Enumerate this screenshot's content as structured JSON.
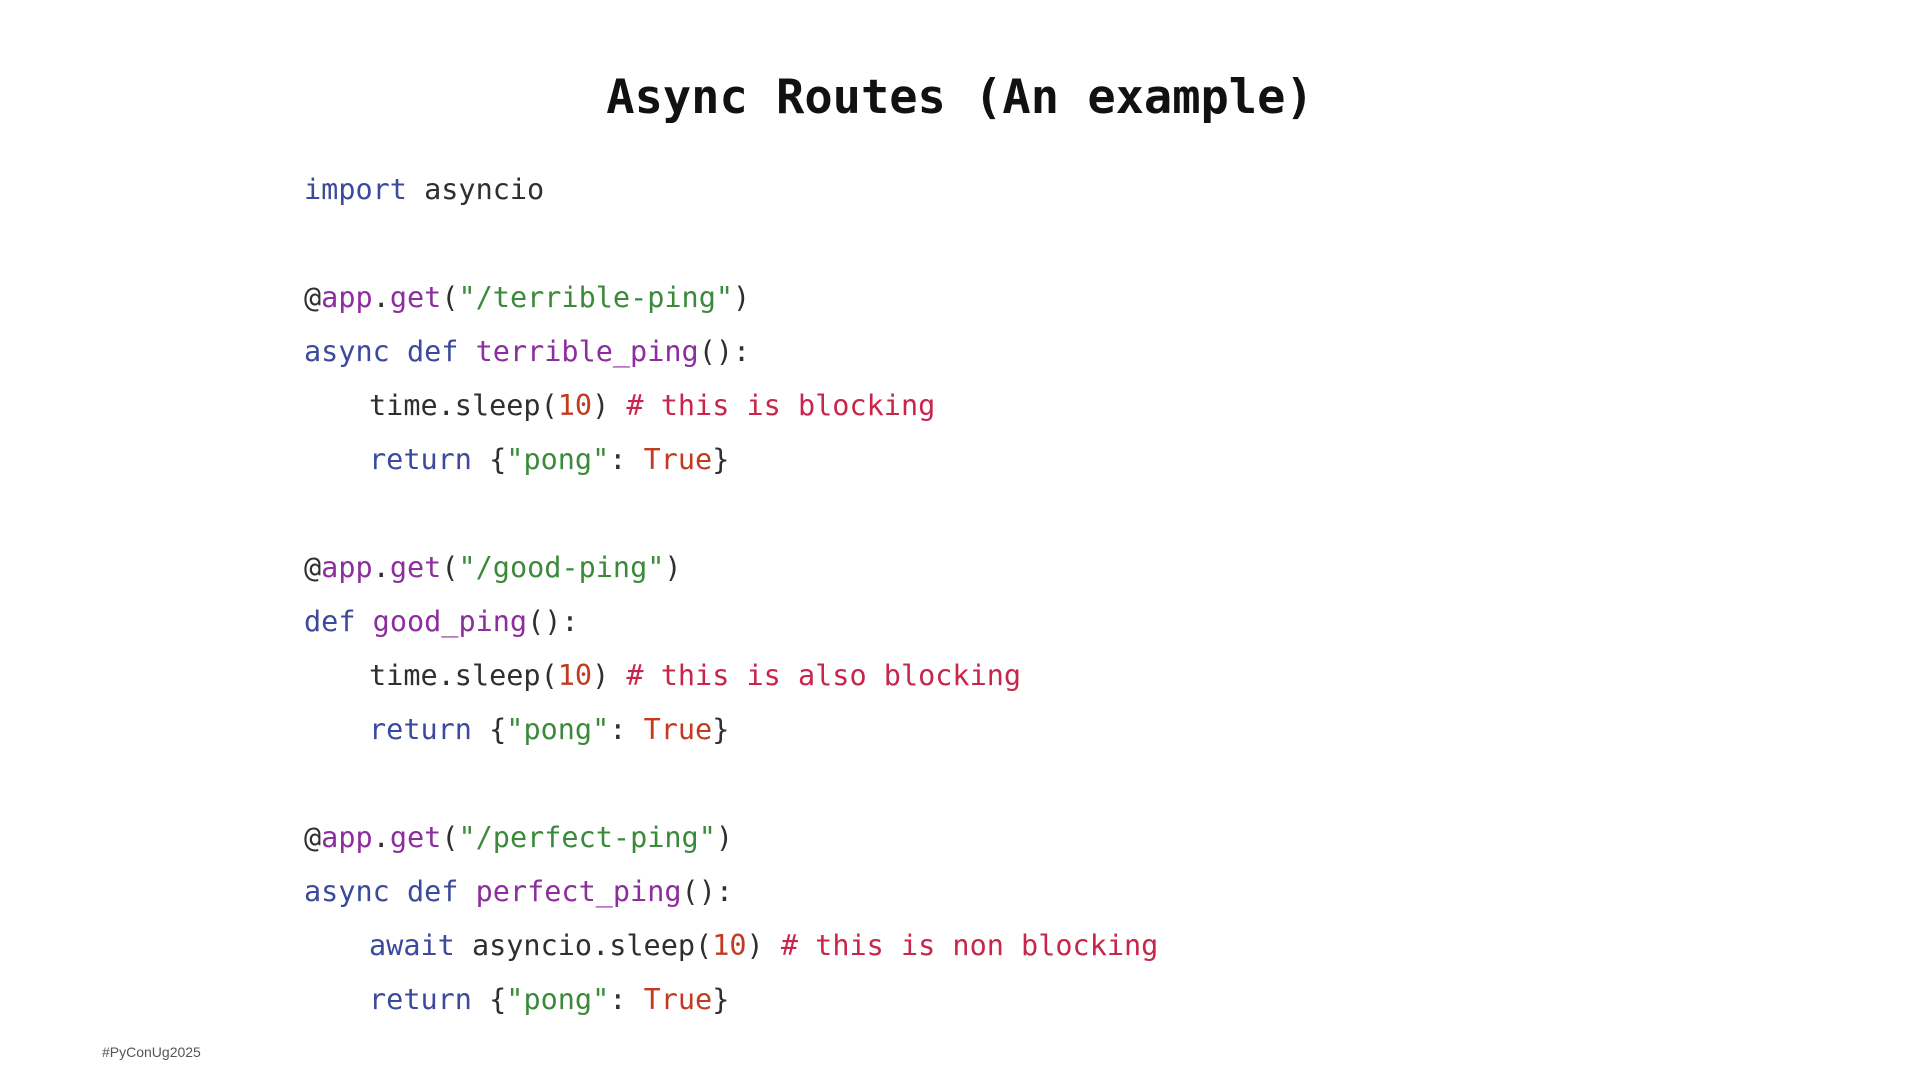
{
  "slide": {
    "title": "Async Routes (An example)",
    "hashtag": "#PyConUg2025"
  },
  "code": {
    "lines": [
      [
        {
          "t": "import",
          "c": "kw"
        },
        {
          "t": " asyncio",
          "c": "pl"
        }
      ],
      [],
      [
        {
          "t": "@",
          "c": "pl"
        },
        {
          "t": "app",
          "c": "fn"
        },
        {
          "t": ".",
          "c": "pl"
        },
        {
          "t": "get",
          "c": "fn"
        },
        {
          "t": "(",
          "c": "pl"
        },
        {
          "t": "\"/terrible-ping\"",
          "c": "str"
        },
        {
          "t": ")",
          "c": "pl"
        }
      ],
      [
        {
          "t": "async",
          "c": "kw"
        },
        {
          "t": " ",
          "c": "pl"
        },
        {
          "t": "def",
          "c": "kw"
        },
        {
          "t": " ",
          "c": "pl"
        },
        {
          "t": "terrible_ping",
          "c": "fn"
        },
        {
          "t": "():",
          "c": "pl"
        }
      ],
      [
        {
          "indent": true
        },
        {
          "t": "time.sleep(",
          "c": "pl"
        },
        {
          "t": "10",
          "c": "num"
        },
        {
          "t": ") ",
          "c": "pl"
        },
        {
          "t": "# this is blocking",
          "c": "cm"
        }
      ],
      [
        {
          "indent": true
        },
        {
          "t": "return",
          "c": "kw"
        },
        {
          "t": " {",
          "c": "pl"
        },
        {
          "t": "\"pong\"",
          "c": "str"
        },
        {
          "t": ": ",
          "c": "pl"
        },
        {
          "t": "True",
          "c": "num"
        },
        {
          "t": "}",
          "c": "pl"
        }
      ],
      [],
      [
        {
          "t": "@",
          "c": "pl"
        },
        {
          "t": "app",
          "c": "fn"
        },
        {
          "t": ".",
          "c": "pl"
        },
        {
          "t": "get",
          "c": "fn"
        },
        {
          "t": "(",
          "c": "pl"
        },
        {
          "t": "\"/good-ping\"",
          "c": "str"
        },
        {
          "t": ")",
          "c": "pl"
        }
      ],
      [
        {
          "t": "def",
          "c": "kw"
        },
        {
          "t": " ",
          "c": "pl"
        },
        {
          "t": "good_ping",
          "c": "fn"
        },
        {
          "t": "():",
          "c": "pl"
        }
      ],
      [
        {
          "indent": true
        },
        {
          "t": "time.sleep(",
          "c": "pl"
        },
        {
          "t": "10",
          "c": "num"
        },
        {
          "t": ") ",
          "c": "pl"
        },
        {
          "t": "# this is also blocking",
          "c": "cm"
        }
      ],
      [
        {
          "indent": true
        },
        {
          "t": "return",
          "c": "kw"
        },
        {
          "t": " {",
          "c": "pl"
        },
        {
          "t": "\"pong\"",
          "c": "str"
        },
        {
          "t": ": ",
          "c": "pl"
        },
        {
          "t": "True",
          "c": "num"
        },
        {
          "t": "}",
          "c": "pl"
        }
      ],
      [],
      [
        {
          "t": "@",
          "c": "pl"
        },
        {
          "t": "app",
          "c": "fn"
        },
        {
          "t": ".",
          "c": "pl"
        },
        {
          "t": "get",
          "c": "fn"
        },
        {
          "t": "(",
          "c": "pl"
        },
        {
          "t": "\"/perfect-ping\"",
          "c": "str"
        },
        {
          "t": ")",
          "c": "pl"
        }
      ],
      [
        {
          "t": "async",
          "c": "kw"
        },
        {
          "t": " ",
          "c": "pl"
        },
        {
          "t": "def",
          "c": "kw"
        },
        {
          "t": " ",
          "c": "pl"
        },
        {
          "t": "perfect_ping",
          "c": "fn"
        },
        {
          "t": "():",
          "c": "pl"
        }
      ],
      [
        {
          "indent": true
        },
        {
          "t": "await",
          "c": "kw"
        },
        {
          "t": " asyncio.sleep(",
          "c": "pl"
        },
        {
          "t": "10",
          "c": "num"
        },
        {
          "t": ") ",
          "c": "pl"
        },
        {
          "t": "# this is non blocking",
          "c": "cm"
        }
      ],
      [
        {
          "indent": true
        },
        {
          "t": "return",
          "c": "kw"
        },
        {
          "t": " {",
          "c": "pl"
        },
        {
          "t": "\"pong\"",
          "c": "str"
        },
        {
          "t": ": ",
          "c": "pl"
        },
        {
          "t": "True",
          "c": "num"
        },
        {
          "t": "}",
          "c": "pl"
        }
      ]
    ]
  },
  "colors": {
    "keyword": "#3c4a9c",
    "function": "#8d2e9e",
    "string": "#3b8a3a",
    "number": "#c23a1f",
    "comment": "#c8254a",
    "plain": "#2f2f2f",
    "background": "#ffffff"
  }
}
